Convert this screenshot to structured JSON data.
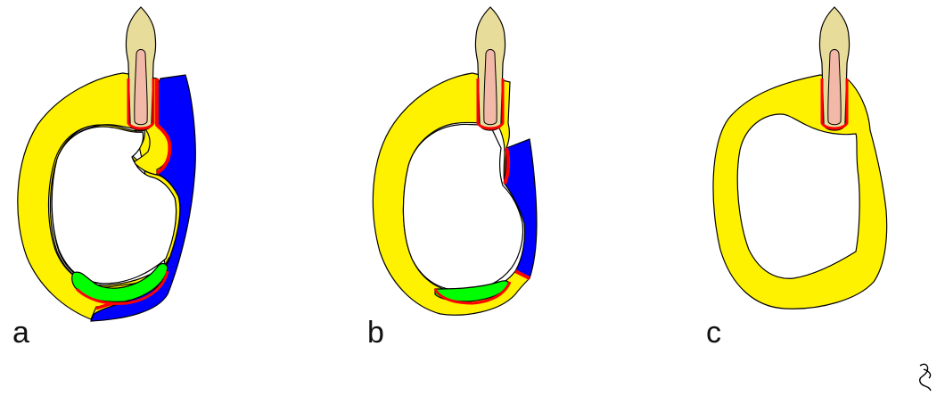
{
  "panels": [
    {
      "label": "a"
    },
    {
      "label": "b"
    },
    {
      "label": "c"
    }
  ],
  "colors": {
    "bone": "#FFF200",
    "graft_blue": "#0000FF",
    "graft_green": "#00FF00",
    "membrane_red": "#FF0000",
    "tooth_crown": "#E8DC9A",
    "tooth_pulp": "#F2B8A8",
    "outline": "#000000"
  },
  "watermark": "signature-mark"
}
